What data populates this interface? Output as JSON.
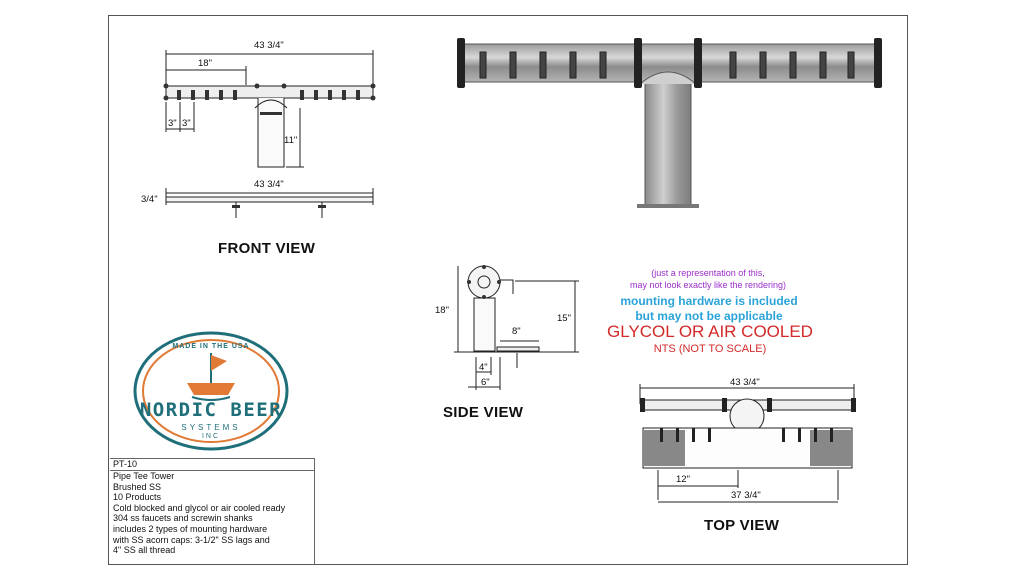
{
  "front_view": {
    "title": "FRONT VIEW",
    "dims": {
      "overall": "43 3/4\"",
      "span": "18\"",
      "spacing_a": "3\"",
      "spacing_b": "3\"",
      "height": "11\"",
      "base_overall": "43 3/4\"",
      "base_thickness": "3/4\""
    }
  },
  "side_view": {
    "title": "SIDE VIEW",
    "dims": {
      "height_18": "18\"",
      "height_15": "15\"",
      "depth_8": "8\"",
      "width_4": "4\"",
      "width_6": "6\""
    }
  },
  "top_view": {
    "title": "TOP VIEW",
    "dims": {
      "overall": "43 3/4\"",
      "inner": "12\"",
      "lower": "37 3/4\""
    }
  },
  "notes": {
    "representation_1": "(just a representation of this,",
    "representation_2": "may not look exactly like the rendering)",
    "hardware_1": "mounting hardware is included",
    "hardware_2": "but may not be applicable",
    "cooling": "GLYCOL OR AIR COOLED",
    "nts": "NTS (NOT TO SCALE)",
    "colors": {
      "purple": "#9b2fc9",
      "blue": "#2aa3d8",
      "red": "#d42a2a"
    }
  },
  "logo": {
    "top_text": "MADE IN THE USA",
    "brand": "NORDIC BEER",
    "sub_text": "SYSTEMS",
    "sub_text_2": "INC",
    "colors": {
      "teal": "#1f6f7a",
      "orange": "#e07a35"
    }
  },
  "product_info": {
    "code": "PT-10",
    "lines": [
      "Pipe Tee Tower",
      "Brushed SS",
      "10 Products",
      "Cold blocked and glycol or air cooled ready",
      "304 ss faucets and screwin shanks",
      "includes 2 types of mounting hardware",
      "with SS acorn caps: 3-1/2\" SS lags and",
      "4\" SS all thread"
    ]
  }
}
